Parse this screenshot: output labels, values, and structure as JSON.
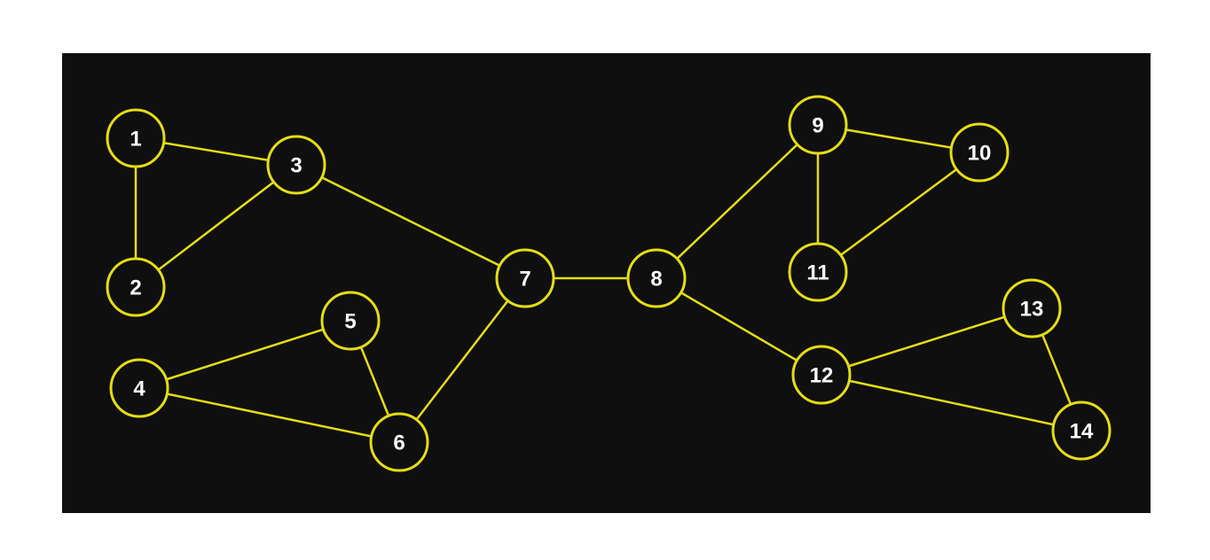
{
  "graph": {
    "colors": {
      "background": "#0f0f0f",
      "page": "#ffffff",
      "edge": "#e5dd12",
      "node_stroke": "#e5dd12",
      "node_fill": "#0f0f0f",
      "label": "#ffffff"
    },
    "nodes": [
      {
        "id": "1",
        "label": "1"
      },
      {
        "id": "2",
        "label": "2"
      },
      {
        "id": "3",
        "label": "3"
      },
      {
        "id": "4",
        "label": "4"
      },
      {
        "id": "5",
        "label": "5"
      },
      {
        "id": "6",
        "label": "6"
      },
      {
        "id": "7",
        "label": "7"
      },
      {
        "id": "8",
        "label": "8"
      },
      {
        "id": "9",
        "label": "9"
      },
      {
        "id": "10",
        "label": "10"
      },
      {
        "id": "11",
        "label": "11"
      },
      {
        "id": "12",
        "label": "12"
      },
      {
        "id": "13",
        "label": "13"
      },
      {
        "id": "14",
        "label": "14"
      }
    ],
    "edges": [
      [
        "1",
        "3"
      ],
      [
        "1",
        "2"
      ],
      [
        "2",
        "3"
      ],
      [
        "3",
        "7"
      ],
      [
        "4",
        "5"
      ],
      [
        "4",
        "6"
      ],
      [
        "5",
        "6"
      ],
      [
        "6",
        "7"
      ],
      [
        "7",
        "8"
      ],
      [
        "8",
        "9"
      ],
      [
        "8",
        "12"
      ],
      [
        "9",
        "10"
      ],
      [
        "9",
        "11"
      ],
      [
        "10",
        "11"
      ],
      [
        "12",
        "13"
      ],
      [
        "12",
        "14"
      ],
      [
        "13",
        "14"
      ]
    ]
  }
}
